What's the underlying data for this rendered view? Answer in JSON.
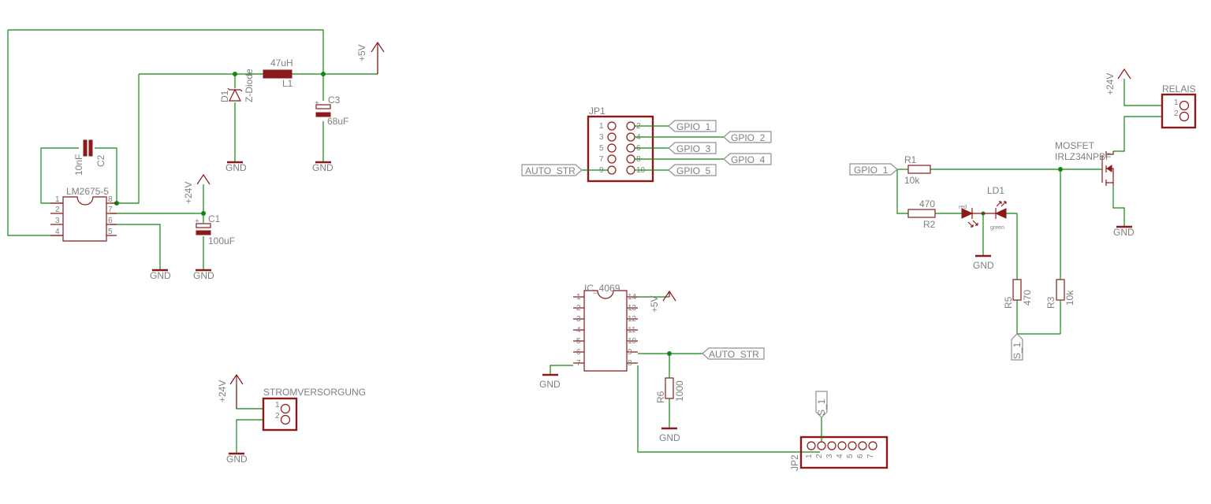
{
  "labels": {
    "p5v": "+5V",
    "p24v": "+24V",
    "gnd": "GND",
    "l1_value": "47uH",
    "l1_name": "L1",
    "d1_name": "D1",
    "d1_value": "Z-Diode",
    "c3_name": "C3",
    "c3_value": "68uF",
    "c2_value": "10nF",
    "c2_name": "C2",
    "ic_lm_name": "LM2675-5",
    "c1_name": "C1",
    "c1_value": "100uF",
    "stromversorgung": "STROMVERSORGUNG",
    "jp1": "JP1",
    "gpio1": "GPIO_1",
    "gpio2": "GPIO_2",
    "gpio3": "GPIO_3",
    "gpio4": "GPIO_4",
    "gpio5": "GPIO_5",
    "auto_str": "AUTO_STR",
    "ic4069": "IC_4069",
    "r6_name": "R6",
    "r6_value": "1000",
    "jp2": "JP2",
    "s1": "S_1",
    "relais": "RELAIS",
    "mosfet_name": "MOSFET",
    "mosfet_value": "IRLZ34NPBF",
    "r1_name": "R1",
    "r1_value": "10k",
    "r2_name": "R2",
    "r2_value": "470",
    "ld1": "LD1",
    "red": "red",
    "green": "green",
    "r5_name": "R5",
    "r5_value": "470",
    "r3_name": "R3",
    "r3_value": "10k"
  },
  "pins": {
    "lm_left": [
      "1",
      "2",
      "3",
      "4"
    ],
    "lm_right": [
      "8",
      "7",
      "6",
      "5"
    ],
    "jp1_odd": [
      "1",
      "3",
      "5",
      "7",
      "9"
    ],
    "jp1_even": [
      "2",
      "4",
      "6",
      "8",
      "10"
    ],
    "ic4069_left": [
      "1",
      "2",
      "3",
      "4",
      "5",
      "6",
      "7"
    ],
    "ic4069_right": [
      "14",
      "13",
      "12",
      "11",
      "10",
      "9",
      "8"
    ],
    "power_conn": [
      "1",
      "2"
    ],
    "relais_conn": [
      "1",
      "2"
    ],
    "jp2": [
      "1",
      "2",
      "3",
      "4",
      "5",
      "6",
      "7"
    ]
  },
  "colors": {
    "wire": "#118811",
    "part": "#8b1a1a",
    "text": "#7f7f7f"
  }
}
